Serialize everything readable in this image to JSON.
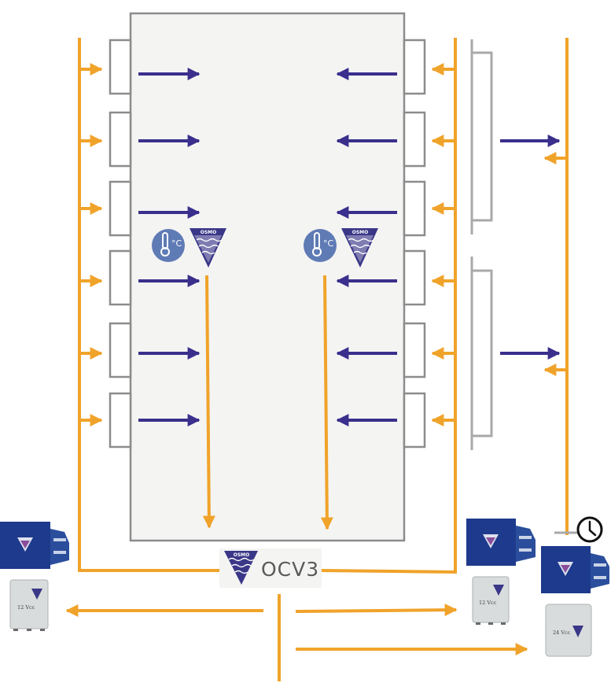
{
  "colors": {
    "supply_line": "#f0a32a",
    "flow_arrow": "#3a2f8c",
    "outline": "#8c8c8c",
    "sensor_bg": "#5f7bb5",
    "osmo_navy": "#3a3788",
    "unit_blue": "#1e3a8c",
    "unit_side": "#2b4e9c",
    "controller_body": "#d9dcdc"
  },
  "icons": [
    "thermometer-celsius-icon",
    "osmo-logo-icon",
    "clock-icon",
    "valve-actuator-icon",
    "control-box-icon"
  ],
  "hub": {
    "brand": "OSMO",
    "model": "OCV3"
  },
  "sensors": [
    {
      "brand": "OSMO",
      "unit": "°C"
    },
    {
      "brand": "OSMO",
      "unit": "°C"
    }
  ],
  "controllers": {
    "left": {
      "brand": "OSMO",
      "voltage": "12 Vcc"
    },
    "middle": {
      "brand": "OSMO",
      "voltage": "12 Vcc"
    },
    "right": {
      "brand": "OSMO",
      "voltage": "24 Vcc"
    }
  }
}
